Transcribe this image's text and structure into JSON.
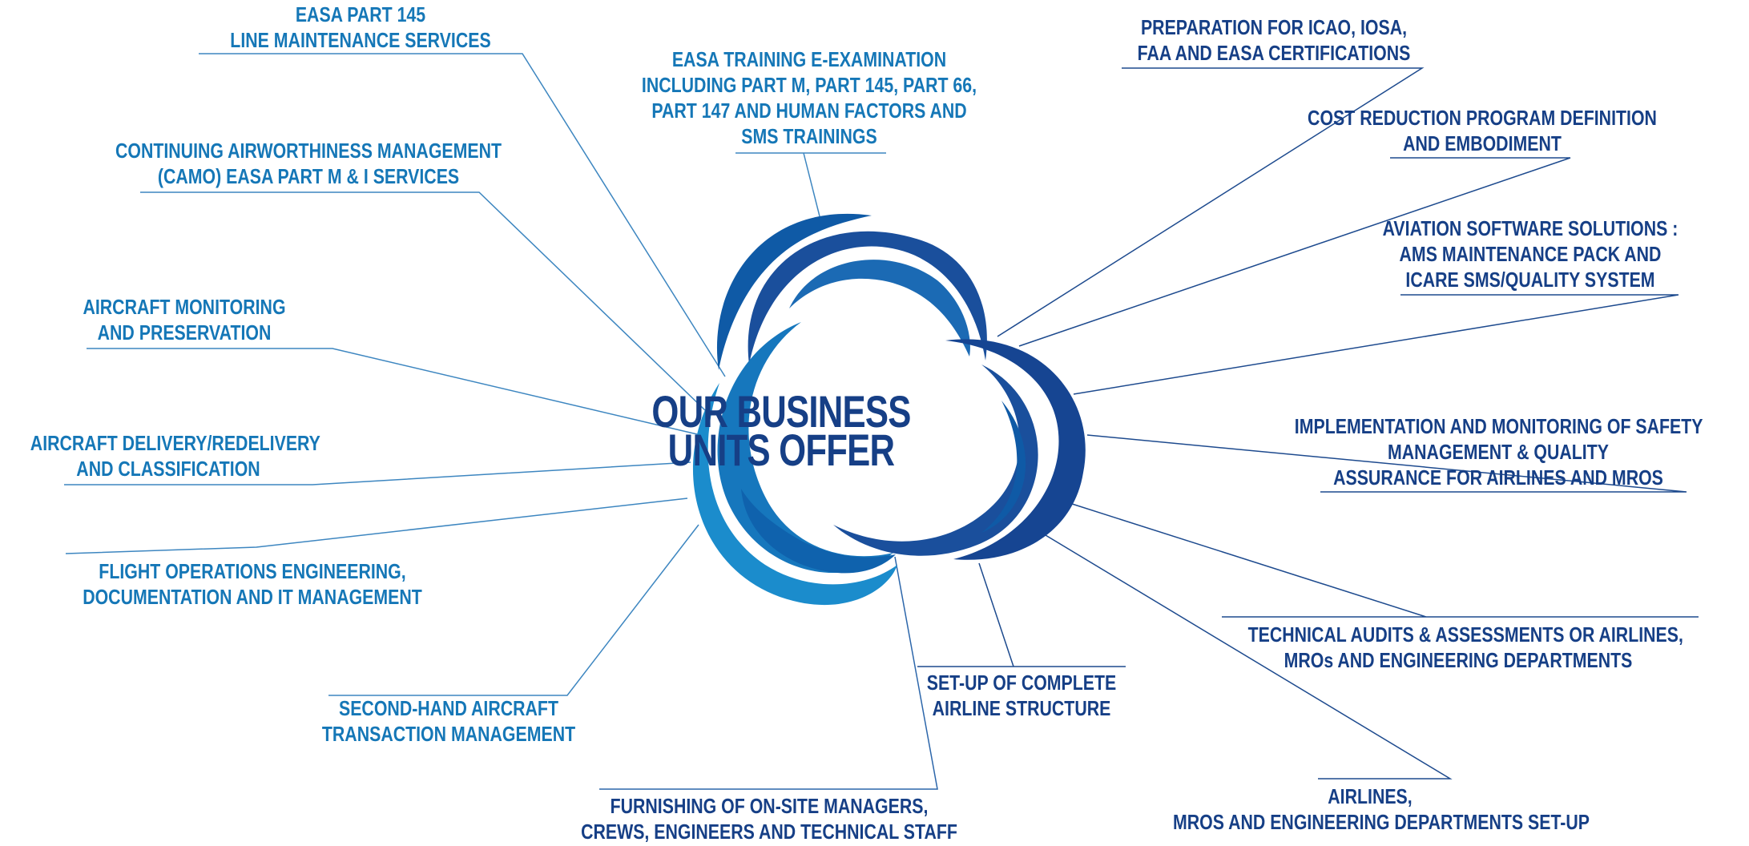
{
  "colors": {
    "light": "#1577b7",
    "dark": "#163f86",
    "line_light": "#3d86c0",
    "line_dark": "#1d4a8e",
    "swirl_a": "#0f5aa6",
    "swirl_b": "#1b8ccc",
    "swirl_c": "#164592"
  },
  "center": {
    "line1": "OUR BUSINESS",
    "line2": "UNITS OFFER"
  },
  "left_items": [
    {
      "id": "easa145",
      "lines": [
        "EASA PART 145",
        "LINE MAINTENANCE SERVICES"
      ]
    },
    {
      "id": "camo",
      "lines": [
        "CONTINUING AIRWORTHINESS MANAGEMENT",
        "(CAMO) EASA PART M & I SERVICES"
      ]
    },
    {
      "id": "monitoring",
      "lines": [
        "AIRCRAFT MONITORING",
        "AND PRESERVATION"
      ]
    },
    {
      "id": "delivery",
      "lines": [
        "AIRCRAFT DELIVERY/REDELIVERY",
        "AND CLASSIFICATION"
      ]
    },
    {
      "id": "flightops",
      "lines": [
        "FLIGHT OPERATIONS ENGINEERING,",
        "DOCUMENTATION AND IT MANAGEMENT"
      ]
    },
    {
      "id": "secondhand",
      "lines": [
        "SECOND-HAND AIRCRAFT",
        "TRANSACTION MANAGEMENT"
      ]
    }
  ],
  "top_items": [
    {
      "id": "training",
      "lines": [
        "EASA TRAINING E-EXAMINATION",
        "INCLUDING PART M, PART 145, PART 66,",
        "PART 147 AND HUMAN FACTORS AND",
        "SMS TRAININGS"
      ]
    }
  ],
  "bottom_items": [
    {
      "id": "furnishing",
      "lines": [
        "FURNISHING OF ON-SITE MANAGERS,",
        "CREWS, ENGINEERS AND TECHNICAL STAFF"
      ]
    },
    {
      "id": "setup",
      "lines": [
        "SET-UP OF COMPLETE",
        "AIRLINE STRUCTURE"
      ]
    }
  ],
  "right_items": [
    {
      "id": "certifications",
      "lines": [
        "PREPARATION FOR ICAO, IOSA,",
        "FAA AND EASA CERTIFICATIONS"
      ]
    },
    {
      "id": "costreduction",
      "lines": [
        "COST REDUCTION PROGRAM DEFINITION",
        "AND EMBODIMENT"
      ]
    },
    {
      "id": "software",
      "lines": [
        "AVIATION SOFTWARE SOLUTIONS :",
        "AMS MAINTENANCE PACK AND",
        "ICARE SMS/QUALITY SYSTEM"
      ]
    },
    {
      "id": "safety",
      "lines": [
        "IMPLEMENTATION AND MONITORING OF SAFETY",
        "MANAGEMENT & QUALITY",
        "ASSURANCE FOR AIRLINES AND MROS"
      ]
    },
    {
      "id": "audits",
      "lines": [
        "TECHNICAL AUDITS & ASSESSMENTS OR AIRLINES,",
        "MROs AND ENGINEERING DEPARTMENTS"
      ]
    },
    {
      "id": "airlines",
      "lines": [
        "AIRLINES,",
        "MROS AND ENGINEERING DEPARTMENTS SET-UP"
      ]
    }
  ]
}
